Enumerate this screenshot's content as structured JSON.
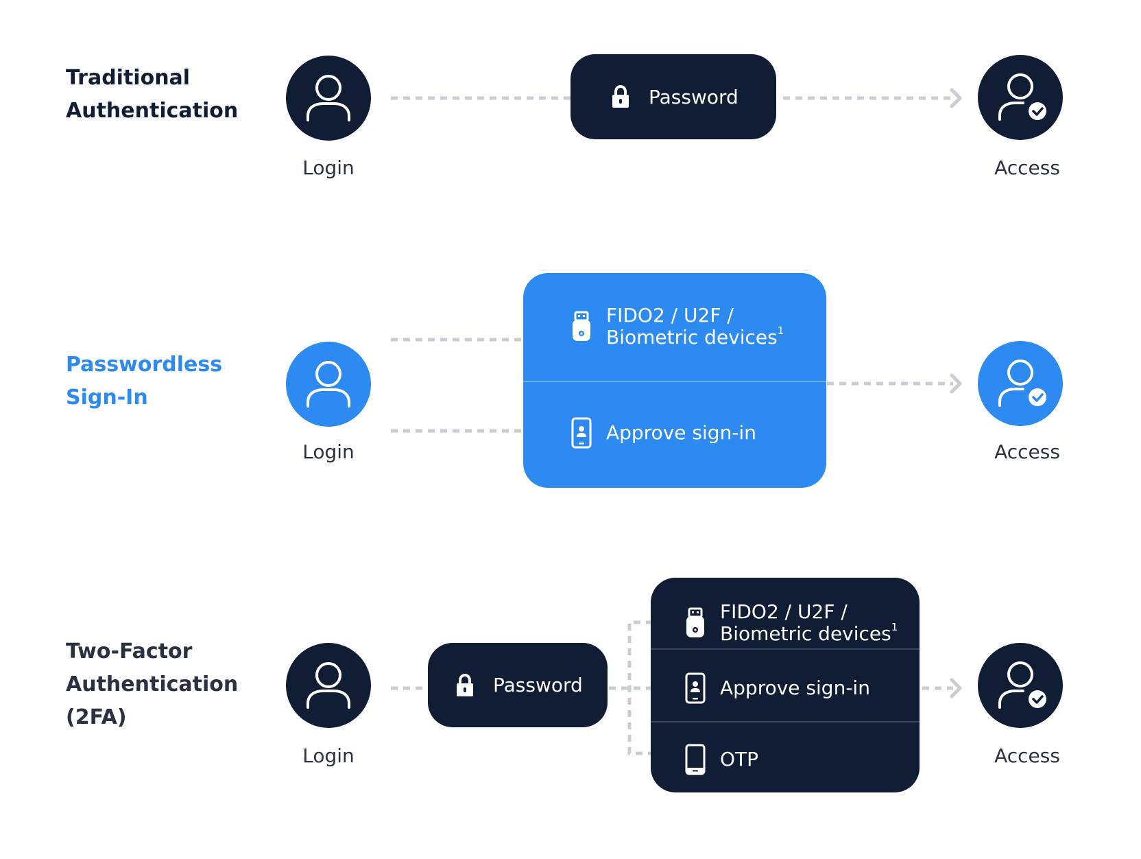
{
  "colors": {
    "navy": "#111d35",
    "blue": "#2c8af0",
    "connector": "#c9ccd3",
    "divider_dark": "#3a4560",
    "divider_blue": "#6aaef5",
    "label": "#2b3140"
  },
  "icons": {
    "user": "user-icon",
    "user_check": "user-check-icon",
    "lock": "lock-icon",
    "security_key": "usb-security-key-icon",
    "phone_approve": "phone-user-icon",
    "phone": "smartphone-icon"
  },
  "rows": {
    "traditional": {
      "title": "Traditional\nAuthentication",
      "login_label": "Login",
      "access_label": "Access",
      "password_label": "Password"
    },
    "passwordless": {
      "title": "Passwordless\nSign-In",
      "login_label": "Login",
      "access_label": "Access",
      "options": [
        {
          "label": "FIDO2 / U2F /\nBiometric devices",
          "sup": "1"
        },
        {
          "label": "Approve sign-in",
          "sup": ""
        }
      ]
    },
    "twofa": {
      "title": "Two-Factor\nAuthentication\n(2FA)",
      "login_label": "Login",
      "access_label": "Access",
      "password_label": "Password",
      "options": [
        {
          "label": "FIDO2 / U2F /\nBiometric devices",
          "sup": "1"
        },
        {
          "label": "Approve sign-in",
          "sup": ""
        },
        {
          "label": "OTP",
          "sup": ""
        }
      ]
    }
  }
}
